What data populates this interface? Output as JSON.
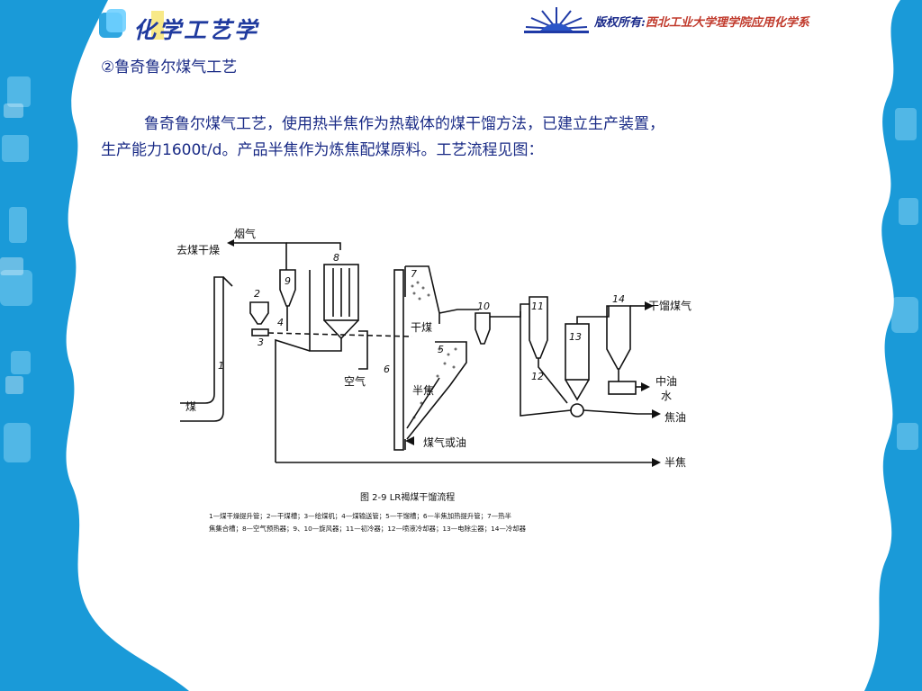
{
  "header": {
    "logo_text": "化学工艺学",
    "copyright_prefix": "版权所有:",
    "copyright_org": "西北工业大学理学院应用化学系"
  },
  "content": {
    "section_heading": "②鲁奇鲁尔煤气工艺",
    "paragraph_line1": "鲁奇鲁尔煤气工艺，使用热半焦作为热载体的煤干馏方法，已建立生产装置，",
    "paragraph_line2": "生产能力1600t/d。产品半焦作为炼焦配煤原料。工艺流程见图："
  },
  "figure": {
    "labels": {
      "flue_gas": "烟气",
      "to_coal_dryer": "去煤干燥",
      "coal": "煤",
      "air": "空气",
      "dry_coal": "干煤",
      "semi_coke_inside": "半焦",
      "gas_or_oil": "煤气或油",
      "semi_coke_out": "半焦",
      "carbonization_gas": "干馏煤气",
      "middle_oil": "中油",
      "water": "水",
      "tar": "焦油"
    },
    "numbers": {
      "n1": "1",
      "n2": "2",
      "n3": "3",
      "n4": "4",
      "n5": "5",
      "n6": "6",
      "n7": "7",
      "n8": "8",
      "n9": "9",
      "n10": "10",
      "n11": "11",
      "n12": "12",
      "n13": "13",
      "n14": "14"
    },
    "caption_title": "图 2-9  LR褐煤干馏流程",
    "legend_line1": "1—煤干燥提升管；2—干煤槽；3—给煤机；4—煤输送管；5—干馏槽；6—半焦加热提升管；7—热半",
    "legend_line2": "焦集合槽；8—空气预热器；9、10—旋风器；11—初冷器；12—喷液冷却器；13—电除尘器；14—冷却器"
  }
}
